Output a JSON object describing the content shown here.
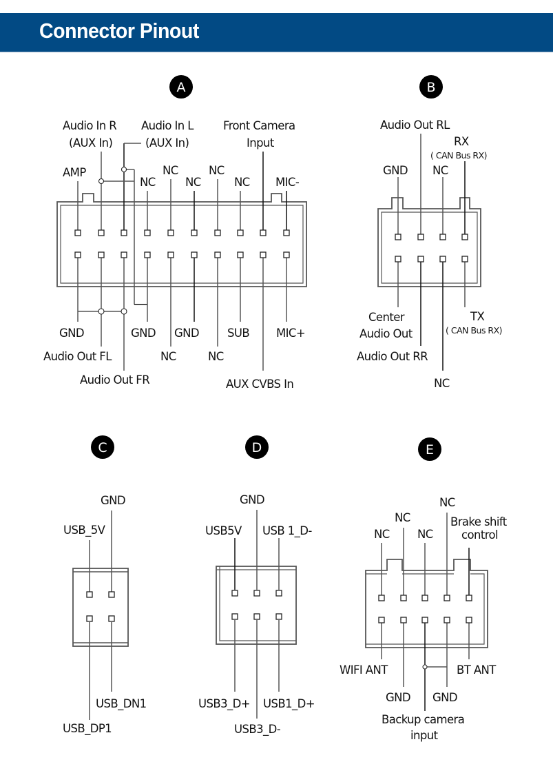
{
  "header": {
    "title": "Connector Pinout",
    "background": "#024a84"
  },
  "connectors": {
    "A": {
      "badge": "A",
      "top_labels": {
        "amp": "AMP",
        "audio_in_r_1": "Audio In R",
        "audio_in_r_2": "(AUX In)",
        "audio_in_l_1": "Audio In L",
        "audio_in_l_2": "(AUX In)",
        "nc1": "NC",
        "nc2": "NC",
        "nc3": "NC",
        "nc4": "NC",
        "nc5": "NC",
        "front_cam_1": "Front Camera",
        "front_cam_2": "Input",
        "mic_minus": "MIC-"
      },
      "bottom_labels": {
        "gnd1": "GND",
        "audio_out_fl": "Audio Out FL",
        "audio_out_fr": "Audio Out FR",
        "gnd2": "GND",
        "nc1": "NC",
        "gnd3": "GND",
        "nc2": "NC",
        "sub": "SUB",
        "aux_cvbs": "AUX CVBS In",
        "mic_plus": "MIC+"
      }
    },
    "B": {
      "badge": "B",
      "top_labels": {
        "gnd": "GND",
        "audio_out_rl": "Audio Out RL",
        "nc": "NC",
        "rx": "RX",
        "rx_sub": "( CAN Bus RX)"
      },
      "bottom_labels": {
        "center_1": "Center",
        "center_2": "Audio Out",
        "audio_out_rr": "Audio Out RR",
        "nc": "NC",
        "tx": "TX",
        "tx_sub": "( CAN Bus RX)"
      }
    },
    "C": {
      "badge": "C",
      "top_labels": {
        "usb_5v": "USB_5V",
        "gnd": "GND"
      },
      "bottom_labels": {
        "usb_dp1": "USB_DP1",
        "usb_dn1": "USB_DN1"
      }
    },
    "D": {
      "badge": "D",
      "top_labels": {
        "usb5v": "USB5V",
        "gnd": "GND",
        "usb1_dm": "USB 1_D-"
      },
      "bottom_labels": {
        "usb3_dp": "USB3_D+",
        "usb3_dm": "USB3_D-",
        "usb1_dp": "USB1_D+"
      }
    },
    "E": {
      "badge": "E",
      "top_labels": {
        "nc1": "NC",
        "nc2": "NC",
        "nc3": "NC",
        "nc4": "NC",
        "brake_1": "Brake shift",
        "brake_2": "control"
      },
      "bottom_labels": {
        "wifi_ant": "WIFI ANT",
        "gnd1": "GND",
        "backup_1": "Backup camera",
        "backup_2": "input",
        "gnd2": "GND",
        "bt_ant": "BT ANT"
      }
    }
  }
}
